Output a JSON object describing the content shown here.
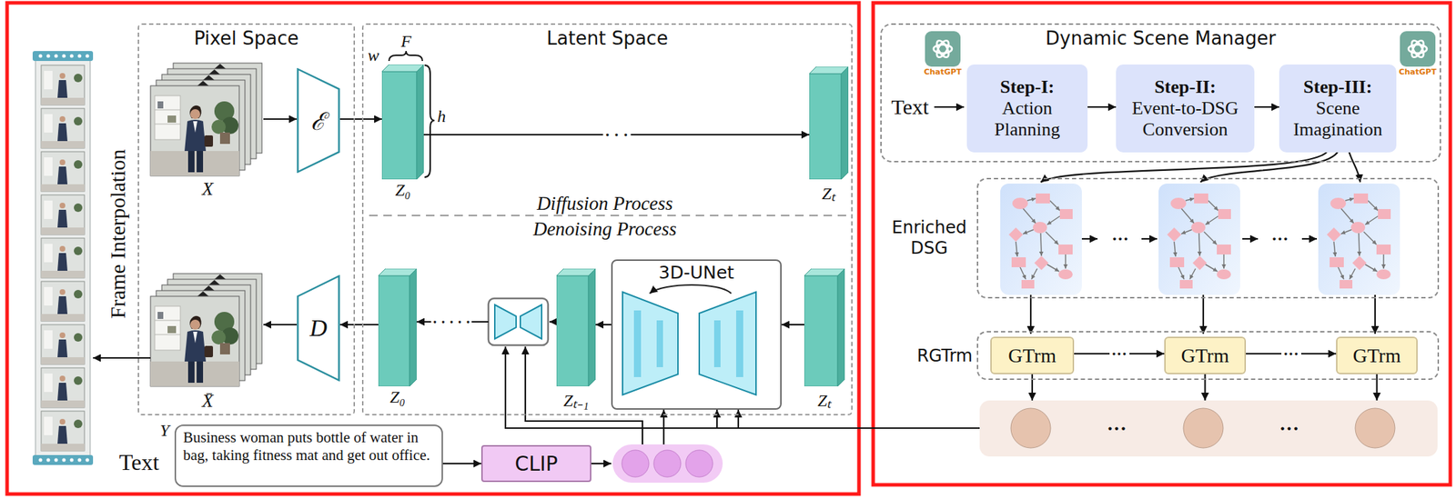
{
  "diagram": {
    "nodes": [
      {
        "text": [
          "Pixel Space"
        ]
      },
      {
        "text": [
          "X"
        ],
        "in": 0
      },
      {
        "text": [
          "ℰ"
        ],
        "in": 0
      },
      {
        "text": [
          "X̄"
        ],
        "in": 0
      },
      {
        "text": [
          "D"
        ],
        "in": 0
      },
      {
        "text": [
          "Latent Space"
        ]
      },
      {
        "text": [
          "Z₀"
        ],
        "in": 5
      },
      {
        "text": [
          "Zₜ"
        ],
        "in": 5
      },
      {
        "text": [
          "Z₀"
        ],
        "in": 5
      },
      {
        "text": [
          "Zₜ₋₁"
        ],
        "in": 5
      },
      {
        "text": [
          "3D-UNet"
        ],
        "in": 5
      },
      {
        "text": [
          "Zₜ"
        ],
        "in": 5
      },
      {
        "text": [
          "Business woman puts bottle of water in bag, taking fitness mat and get out office."
        ]
      },
      {
        "text": [
          "CLIP"
        ]
      },
      {
        "text": [
          "Dynamic Scene Manager"
        ]
      },
      {
        "text": [
          "Step-I:",
          "Action Planning"
        ],
        "in": 14
      },
      {
        "text": [
          "Step-II:",
          "Event-to-DSG Conversion"
        ],
        "in": 14
      },
      {
        "text": [
          "Step-III:",
          "Scene Imagination"
        ],
        "in": 14
      },
      {
        "text": [
          "Enriched DSG"
        ]
      },
      {
        "text": [
          "RGTrm"
        ]
      },
      {
        "text": [
          "GTrm"
        ],
        "in": 19
      },
      {
        "text": [
          "GTrm"
        ],
        "in": 19
      },
      {
        "text": [
          "GTrm"
        ],
        "in": 19
      },
      {
        "text": [
          "···",
          "···"
        ]
      }
    ],
    "edges": [
      {
        "from": 1,
        "to": 2,
        "arrow": "to"
      },
      {
        "from": 2,
        "to": 6,
        "arrow": "to"
      },
      {
        "from": 6,
        "to": 7,
        "label": "· · ·",
        "arrow": "to"
      },
      {
        "from": 11,
        "to": 10,
        "arrow": "to"
      },
      {
        "from": 10,
        "to": 9,
        "arrow": "to"
      },
      {
        "from": 8,
        "to": 4,
        "arrow": "to"
      },
      {
        "from": 4,
        "to": 3,
        "arrow": "to"
      },
      {
        "from": 12,
        "to": 13,
        "arrow": "to"
      },
      {
        "from": 15,
        "to": 16,
        "arrow": "to"
      },
      {
        "from": 16,
        "to": 17,
        "arrow": "to"
      },
      {
        "from": 20,
        "to": 21,
        "label": "···",
        "arrow": "to"
      },
      {
        "from": 21,
        "to": 22,
        "label": "···",
        "arrow": "to"
      },
      {
        "from": 20,
        "to": 23,
        "arrow": "to"
      },
      {
        "from": 21,
        "to": 23,
        "arrow": "to"
      },
      {
        "from": 22,
        "to": 23,
        "arrow": "to"
      }
    ],
    "labels": [
      "w",
      "F",
      "h",
      "Diffusion Process",
      "Denoising Process",
      "· · · · ·",
      "Frame Interpolation",
      "Y",
      "Text",
      "Text",
      "ChatGPT",
      "ChatGPT",
      "···",
      "···"
    ]
  }
}
